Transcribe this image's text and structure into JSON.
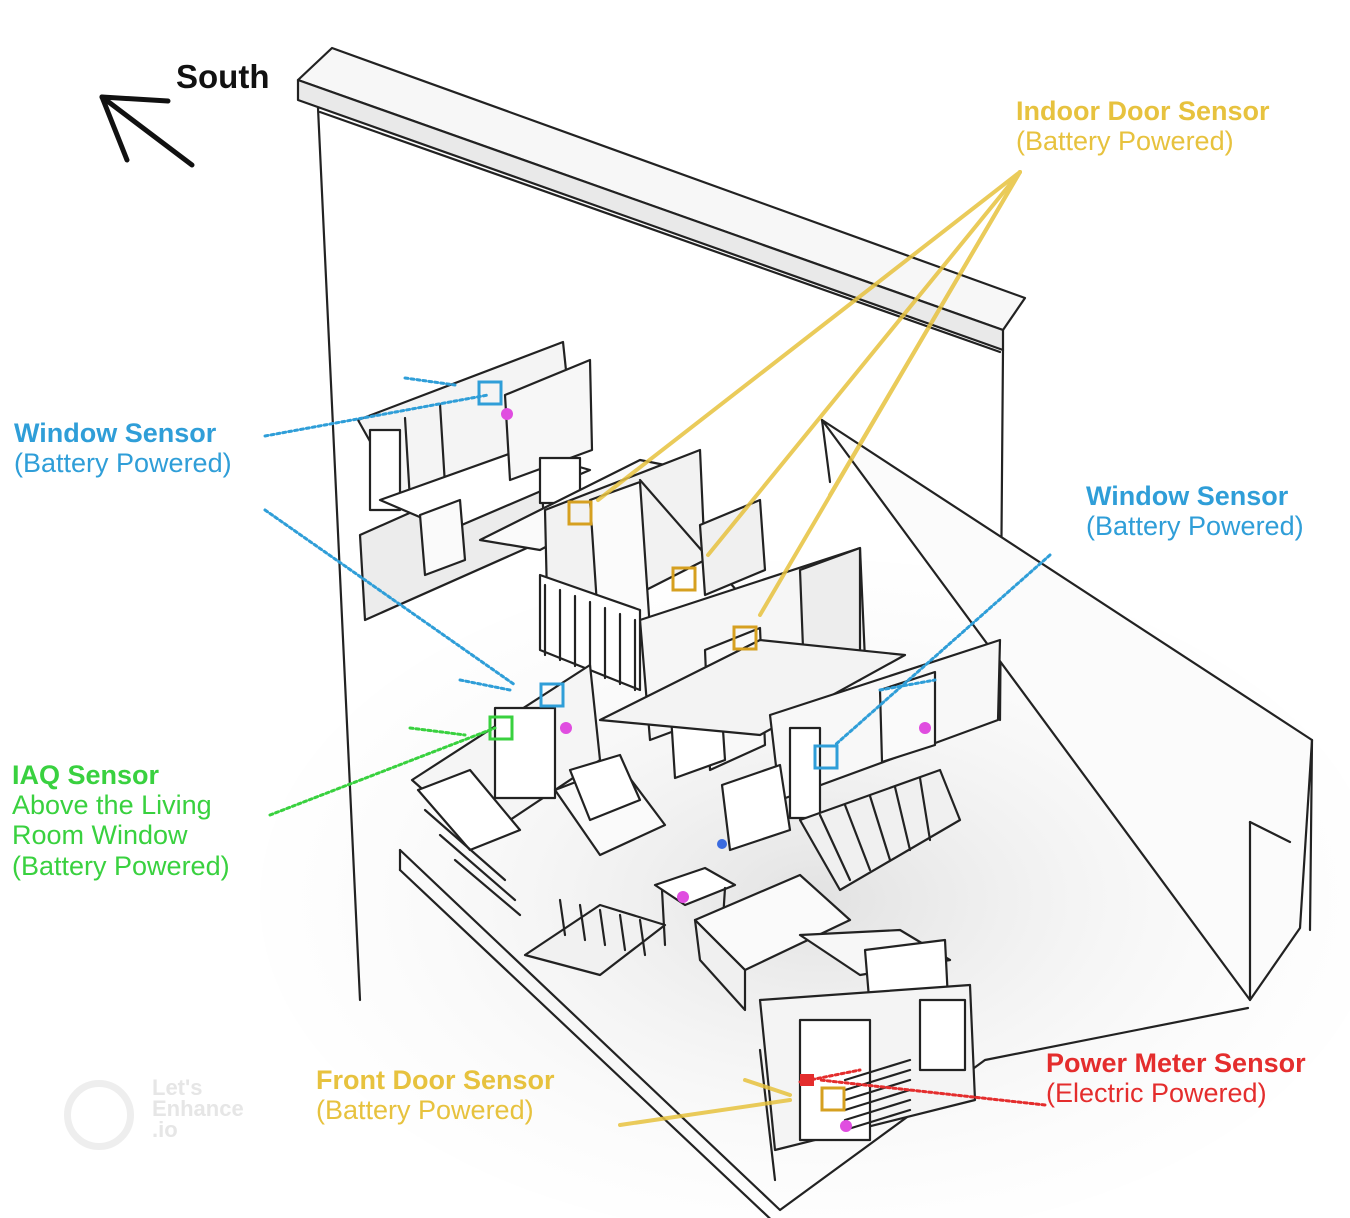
{
  "compass": {
    "label": "South"
  },
  "colors": {
    "window": "#2f9ed8",
    "door": "#e7c23e",
    "door_marker": "#d6a020",
    "iaq": "#39d13f",
    "power": "#e42d2d",
    "motion_dot": "#e04de0",
    "blue_dot": "#3a6be0",
    "line": "#222222"
  },
  "labels": {
    "window_left": {
      "title": "Window Sensor",
      "sub": "(Battery Powered)"
    },
    "window_right": {
      "title": "Window Sensor",
      "sub": "(Battery Powered)"
    },
    "indoor_door": {
      "title": "Indoor Door Sensor",
      "sub": "(Battery Powered)"
    },
    "iaq": {
      "title": "IAQ Sensor",
      "line2": "Above the Living",
      "line3": "Room Window",
      "sub": "(Battery Powered)"
    },
    "front_door": {
      "title": "Front Door Sensor",
      "sub": "(Battery Powered)"
    },
    "power_meter": {
      "title": "Power Meter Sensor",
      "sub": "(Electric Powered)"
    }
  },
  "watermark": {
    "line1": "Let's",
    "line2": "Enhance",
    "line3": ".io"
  }
}
